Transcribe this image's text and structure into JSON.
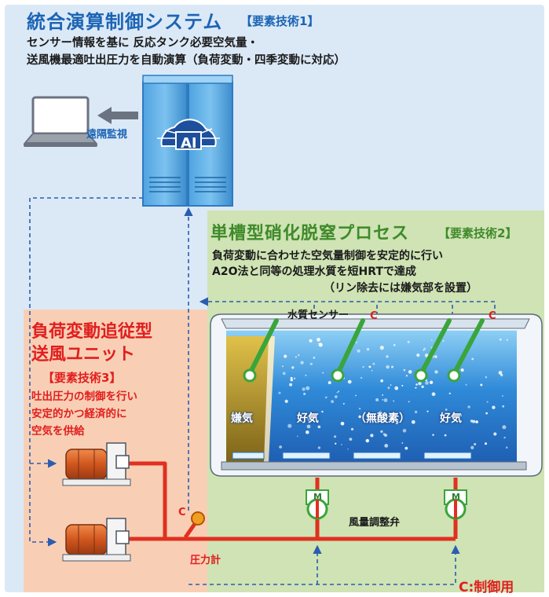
{
  "section1": {
    "title": "統合演算制御システム",
    "tag": "【要素技術1】",
    "description": "センサー情報を基に 反応タンク必要空気量・\n送風機最適吐出圧力を自動演算（負荷変動・四季変動に対応）",
    "remote_label": "遠隔監視",
    "ai_label": "AI"
  },
  "section2": {
    "title": "単槽型硝化脱窒プロセス",
    "tag": "【要素技術2】",
    "description": "負荷変動に合わせた空気量制御を安定的に行い\nA2O法と同等の処理水質を短HRTで達成",
    "description_note": "（リン除去には嫌気部を設置）"
  },
  "section3": {
    "title": "負荷変動追従型\n送風ユニット",
    "tag": "【要素技術3】",
    "description": "吐出圧力の制御を行い\n安定的かつ経済的に\n空気を供給"
  },
  "tank": {
    "sensor_label": "水質センサー",
    "zones": [
      "嫌気",
      "好気",
      "（無酸素）",
      "好気"
    ]
  },
  "equipment": {
    "valve_label": "風量調整弁",
    "motor_label": "M",
    "pressure_label": "圧力計",
    "control_marker": "C"
  },
  "legend": {
    "control_text": "C:制御用"
  },
  "colors": {
    "blue_region": "#dbe9f7",
    "green_region": "#cfe3b4",
    "orange_region": "#f8cfb5",
    "title_blue": "#1c64b4",
    "title_green": "#3f8a2a",
    "accent_red": "#e11e1e",
    "pipe_red": "#e03020",
    "signal_blue": "#2a5db0",
    "water": "#2f8ad8",
    "anaerobic": "#a58a2c"
  }
}
